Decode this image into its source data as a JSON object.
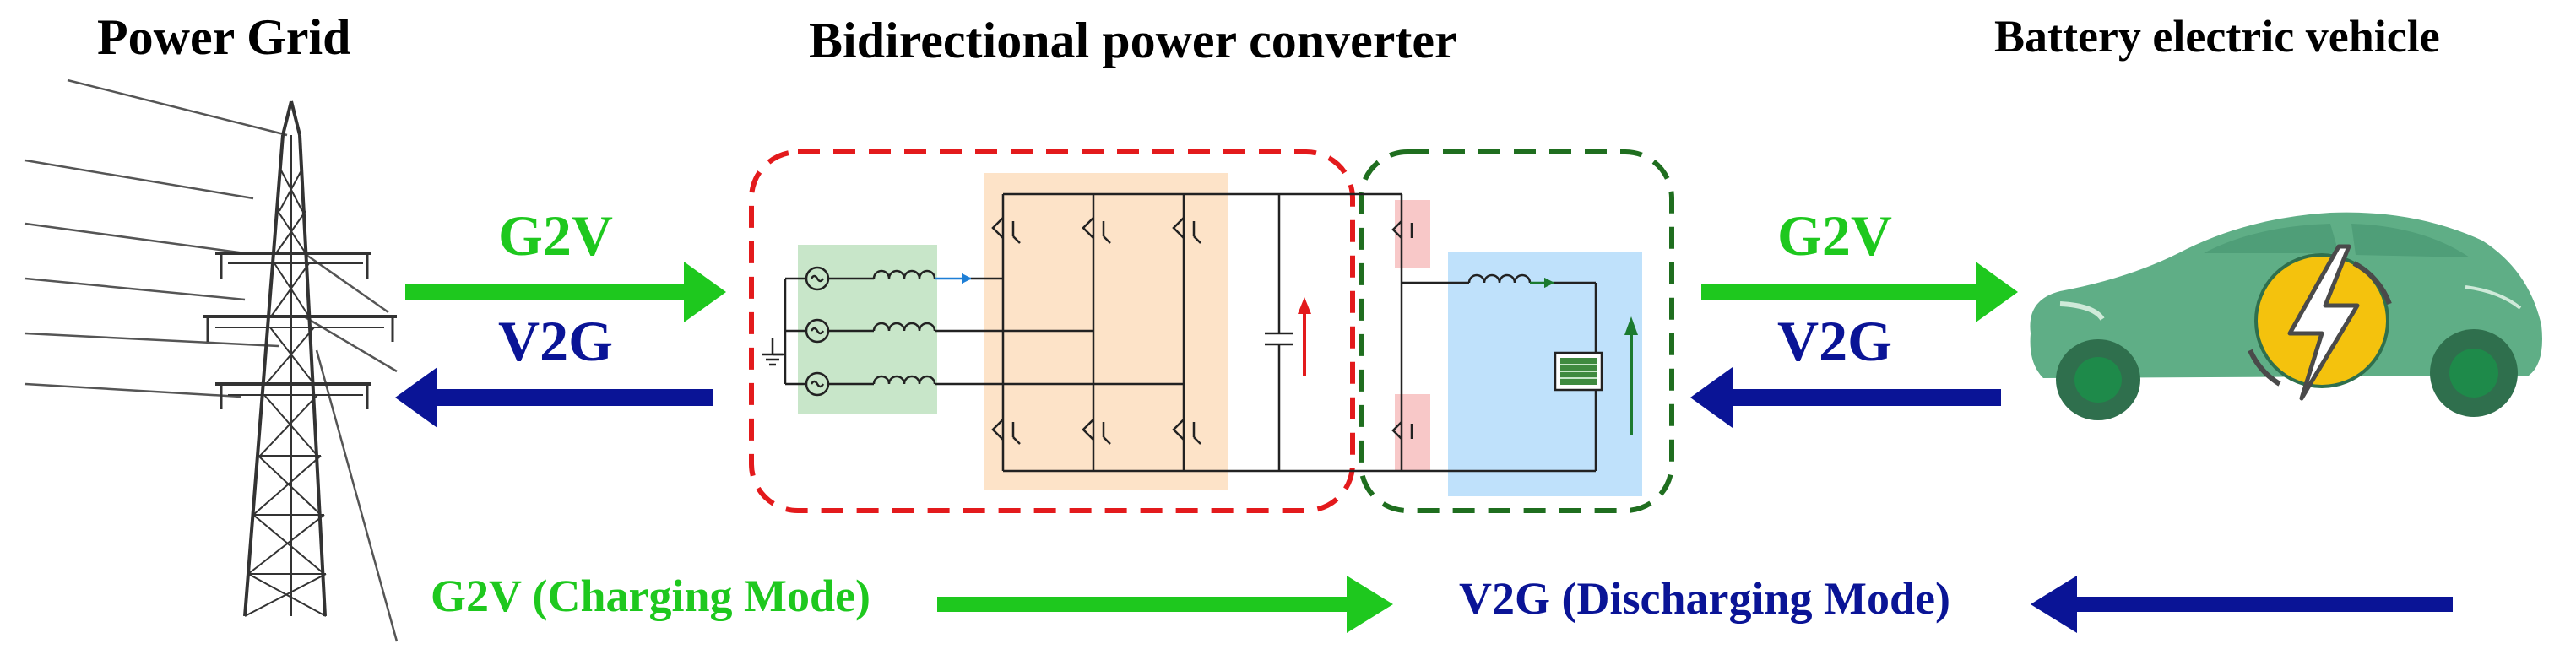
{
  "titles": {
    "grid": "Power Grid",
    "converter": "Bidirectional power converter",
    "vehicle": "Battery electric vehicle"
  },
  "flows": {
    "left_top": "G2V",
    "left_bottom": "V2G",
    "right_top": "G2V",
    "right_bottom": "V2G"
  },
  "modes": {
    "charging": "G2V (Charging Mode)",
    "discharging": "V2G (Discharging Mode)"
  },
  "colors": {
    "g2v": "#1ec81e",
    "v2g": "#0a1496",
    "ac_section": "#e31a1c",
    "dc_section": "#1f6e1f",
    "filter_fill": "#c8e6c9",
    "bridge_fill": "#fde3c8",
    "dc_filter_fill": "#bfe1fb",
    "switch_fill": "#f8c8c8",
    "car_body": "#5fae86"
  },
  "icons": {
    "grid": "transmission-tower-icon",
    "vehicle": "electric-car-icon",
    "charge": "lightning-bolt-icon"
  }
}
